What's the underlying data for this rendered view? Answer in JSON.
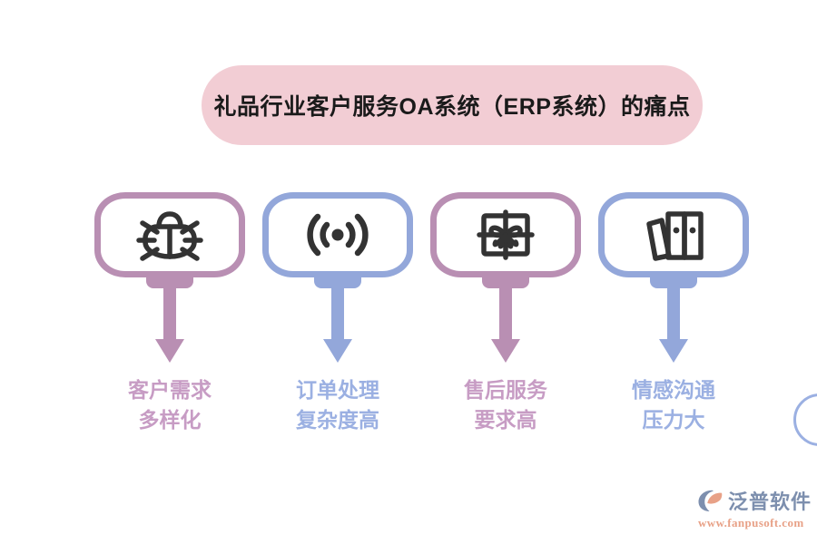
{
  "title": {
    "text": "礼品行业客户服务OA系统（ERP系统）的痛点",
    "pill_color": "#f2cdd4",
    "text_color": "#1a1a1a"
  },
  "colors": {
    "mauve": "#b98fb3",
    "mauve_text": "#c79cc4",
    "blue": "#93a7da",
    "blue_text": "#9bb0e2",
    "icon": "#333333",
    "background": "#ffffff"
  },
  "items": [
    {
      "icon": "bug-icon",
      "accent": "#b98fb3",
      "label_line1": "客户需求",
      "label_line2": "多样化"
    },
    {
      "icon": "wireless-signal-icon",
      "accent": "#93a7da",
      "label_line1": "订单处理",
      "label_line2": "复杂度高"
    },
    {
      "icon": "gift-box-icon",
      "accent": "#b98fb3",
      "label_line1": "售后服务",
      "label_line2": "要求高"
    },
    {
      "icon": "binders-icon",
      "accent": "#93a7da",
      "label_line1": "情感沟通",
      "label_line2": "压力大"
    }
  ],
  "watermark": {
    "brand": "泛普软件",
    "url": "www.fanpusoft.com",
    "brand_color": "#7d8fae",
    "url_color": "#e8a187",
    "mark_accent": "#e8a187"
  }
}
